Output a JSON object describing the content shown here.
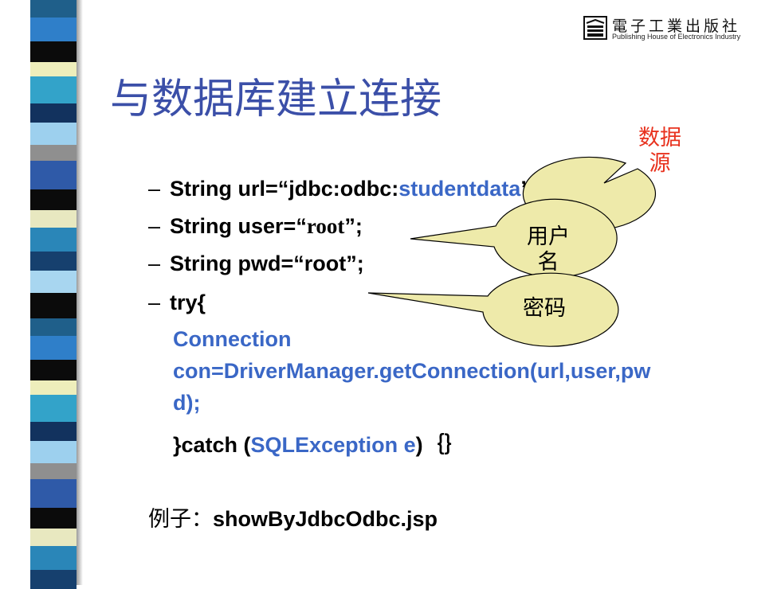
{
  "logo": {
    "cn": "電子工業出版社",
    "en": "Publishing House of Electronics Industry"
  },
  "title": "与数据库建立连接",
  "lines": {
    "url_prefix": "String url=“jdbc:odbc:",
    "url_db": "studentdata",
    "url_suffix": "”;",
    "user_prefix": "String user=“",
    "user_val": "root",
    "user_suffix": "”;",
    "pwd": "String pwd=“root”;",
    "try": "try{",
    "conn1": "Connection",
    "conn2": "con=DriverManager.getConnection(url,user,pw",
    "conn3": "d);",
    "catch_a": "}catch (",
    "catch_b": "SQLException e",
    "catch_c": ")｛｝",
    "example_cn": "例子：",
    "example_file": "showByJdbcOdbc.jsp",
    "dash": "–"
  },
  "callouts": {
    "datasource": [
      "数据",
      "源"
    ],
    "username": [
      "用户",
      "名"
    ],
    "password": "密码"
  },
  "colors": {
    "title": "#3b4fa8",
    "code_blue": "#3a67c6",
    "callout_fill": "#eeeaaa",
    "callout_red": "#e8321e"
  }
}
